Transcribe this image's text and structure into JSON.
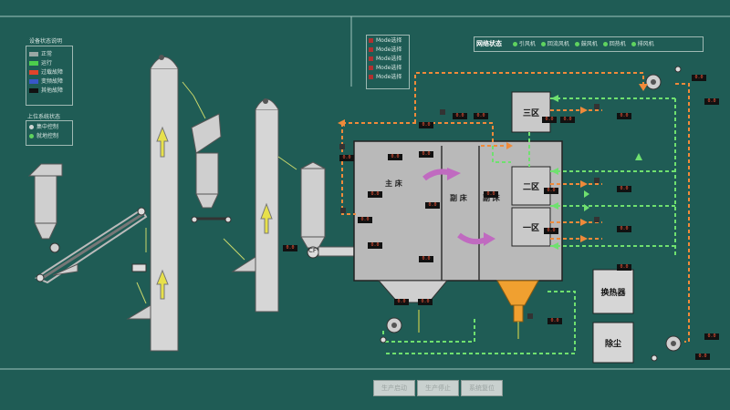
{
  "device_legend": {
    "title": "设备状态说明",
    "items": [
      {
        "label": "正常",
        "color": "#9aa8a5"
      },
      {
        "label": "运行",
        "color": "#4ccf4c"
      },
      {
        "label": "过载故障",
        "color": "#e0442c"
      },
      {
        "label": "变频故障",
        "color": "#3857c8"
      },
      {
        "label": "其他故障",
        "color": "#111111"
      }
    ]
  },
  "control_legend": {
    "title": "上位系统状态",
    "items": [
      {
        "label": "集中控制",
        "color": "#cfd6d4"
      },
      {
        "label": "就地控制",
        "color": "#5fd35f"
      }
    ]
  },
  "mode_legend": {
    "items": [
      "Mode选择",
      "Mode选择",
      "Mode选择",
      "Mode选择",
      "Mode选择"
    ],
    "colors": [
      "#b03030",
      "#b03030",
      "#b03030",
      "#b03030",
      "#b03030"
    ]
  },
  "network": {
    "title": "网络状态",
    "items": [
      "引风机",
      "回流风机",
      "鼓风机",
      "回热机",
      "排风机"
    ]
  },
  "bed": {
    "main": "主  床",
    "aux1": "副 床",
    "aux2": "副 床",
    "zone3": "三区",
    "zone2": "二区",
    "zone1": "一区",
    "cf": "CF"
  },
  "equipment": {
    "heat_exchanger": "换热器",
    "dust_remover": "除尘"
  },
  "readout": "0.0",
  "buttons": {
    "start": "生产启动",
    "stop": "生产停止",
    "reset": "系统复位"
  }
}
